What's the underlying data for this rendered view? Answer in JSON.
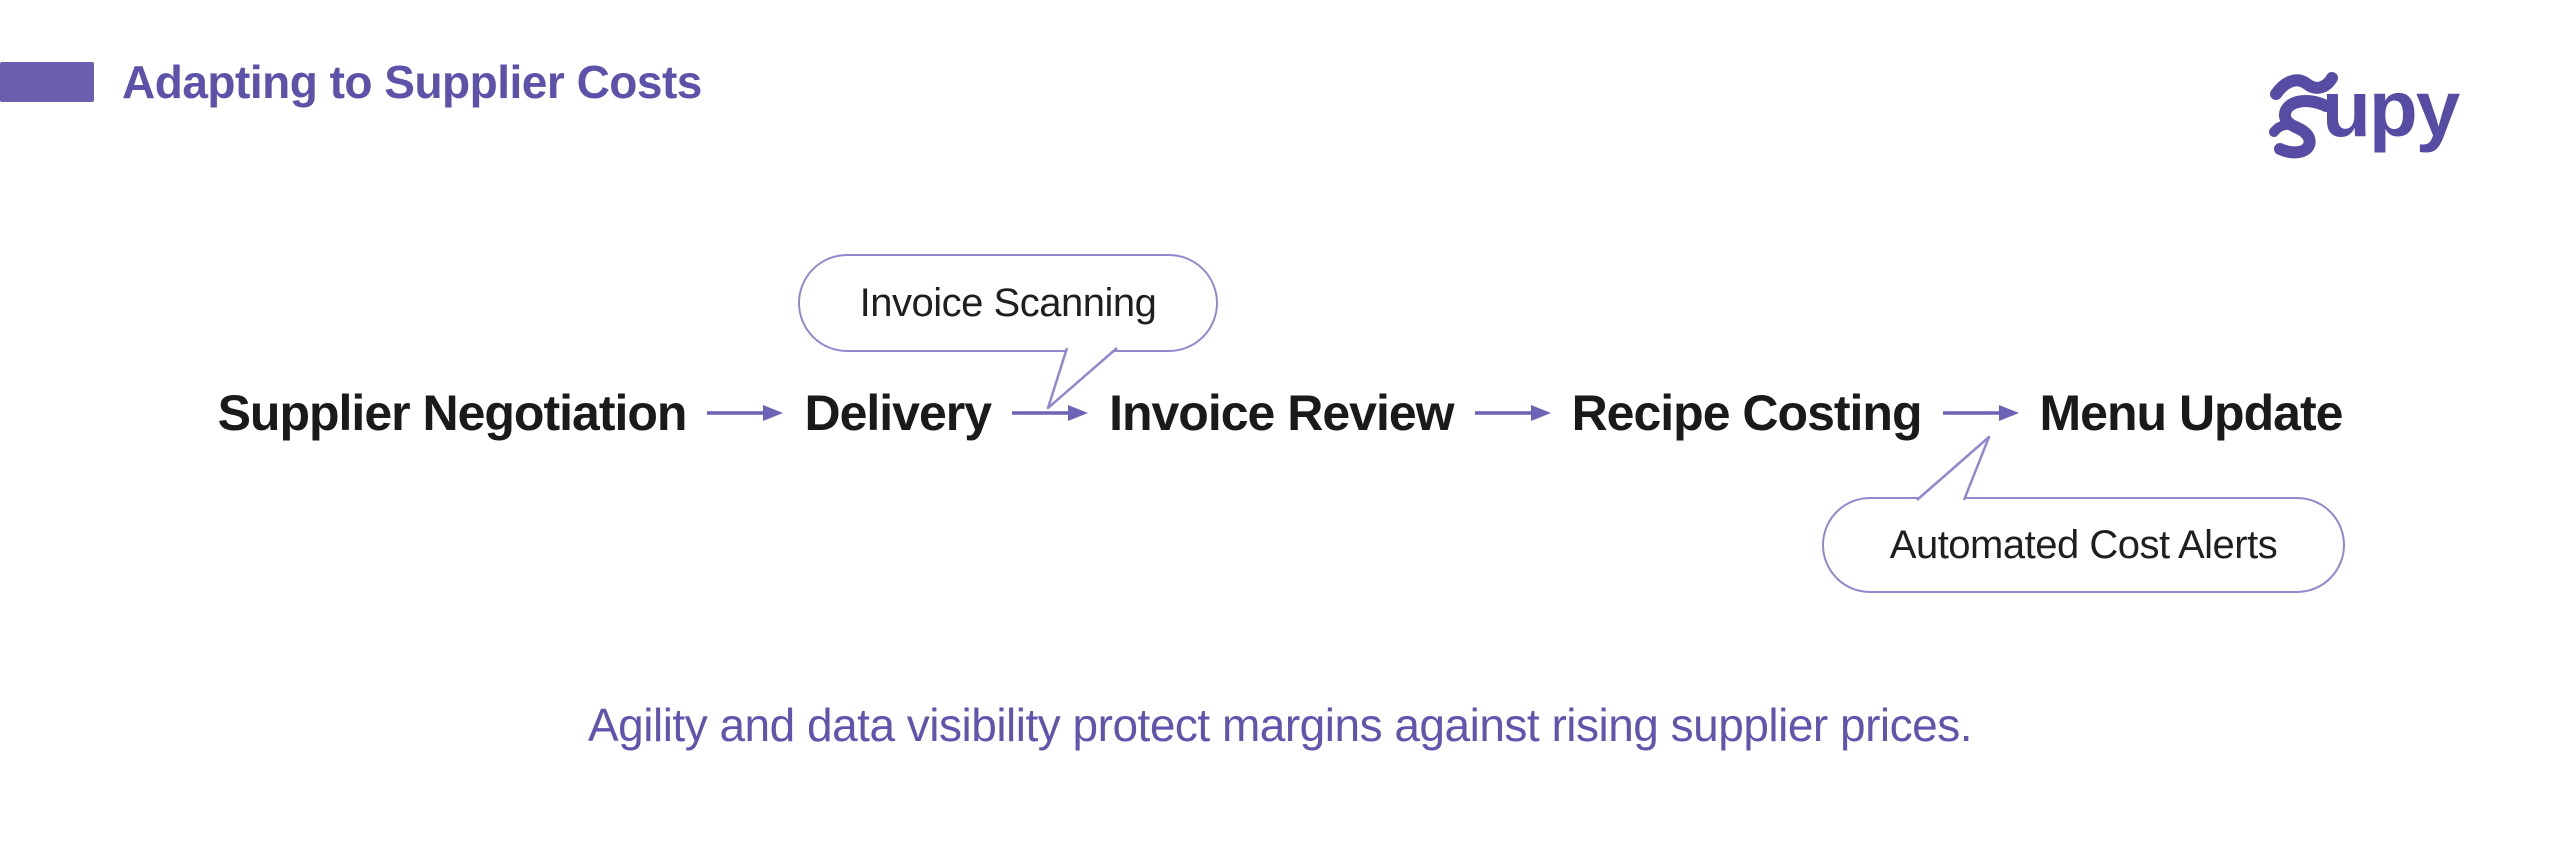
{
  "theme": {
    "purple-dark": "#5C52A9",
    "purple-accent": "#6A5FAE",
    "purple-arrow": "#6C62B6",
    "purple-border": "#8F89CF",
    "purple-caption": "#6054AE",
    "purple-logo": "#564CA4",
    "text-dark": "#1A1A1A",
    "background": "#FFFFFF"
  },
  "header": {
    "title": "Adapting to Supplier Costs"
  },
  "logo": {
    "name": "Supy",
    "text_suffix": "upy"
  },
  "flow": {
    "steps": [
      "Supplier Negotiation",
      "Delivery",
      "Invoice Review",
      "Recipe Costing",
      "Menu Update"
    ]
  },
  "callouts": [
    {
      "label": "Invoice Scanning",
      "position": "above-flow",
      "points_to": "arrow between Delivery and Invoice Review"
    },
    {
      "label": "Automated Cost Alerts",
      "position": "below-flow",
      "points_to": "arrow between Recipe Costing and Menu Update"
    }
  ],
  "caption": {
    "text": "Agility and data visibility protect margins against rising supplier prices."
  }
}
